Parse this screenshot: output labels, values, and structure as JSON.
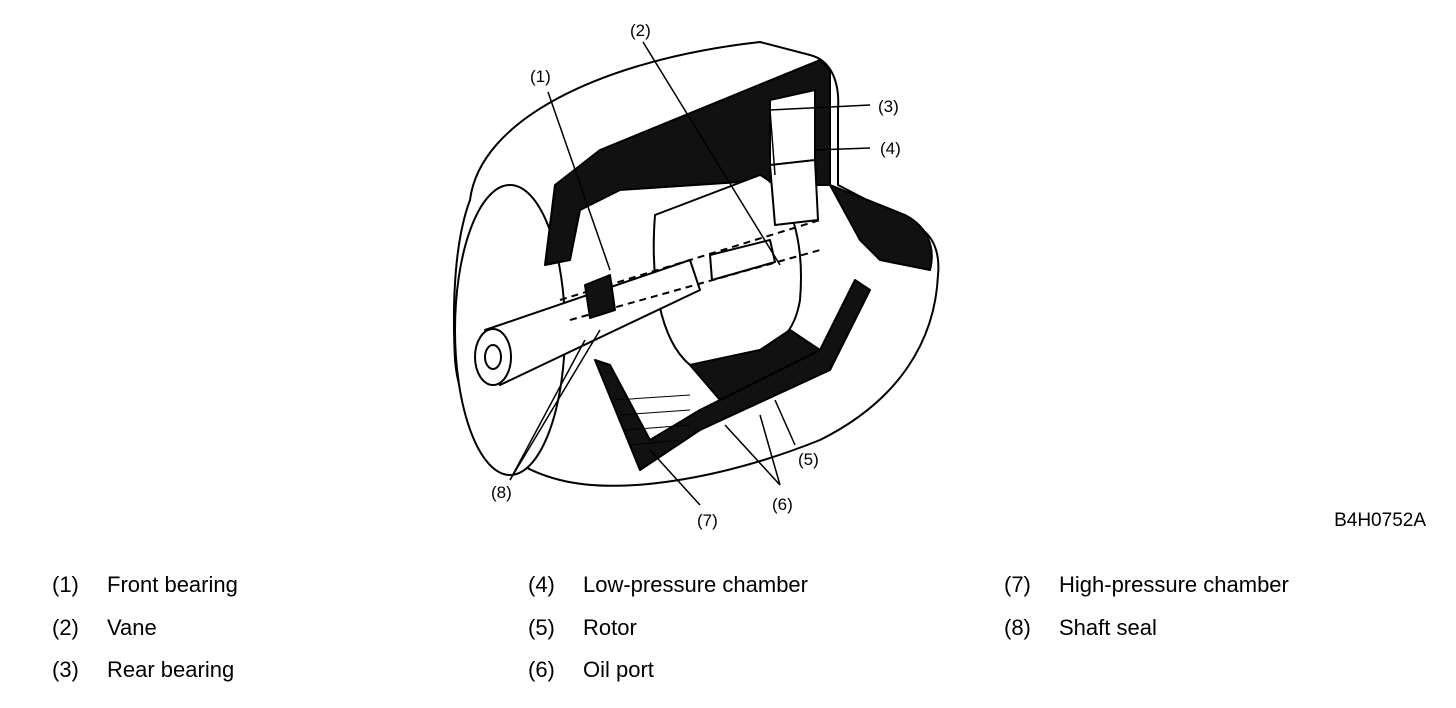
{
  "figure_id": "B4H0752A",
  "callouts": {
    "c1": "(1)",
    "c2": "(2)",
    "c3": "(3)",
    "c4": "(4)",
    "c5": "(5)",
    "c6": "(6)",
    "c7": "(7)",
    "c8": "(8)"
  },
  "legend": [
    {
      "num": "(1)",
      "name": "Front bearing"
    },
    {
      "num": "(2)",
      "name": "Vane"
    },
    {
      "num": "(3)",
      "name": "Rear bearing"
    },
    {
      "num": "(4)",
      "name": "Low-pressure chamber"
    },
    {
      "num": "(5)",
      "name": "Rotor"
    },
    {
      "num": "(6)",
      "name": "Oil port"
    },
    {
      "num": "(7)",
      "name": "High-pressure chamber"
    },
    {
      "num": "(8)",
      "name": "Shaft seal"
    }
  ]
}
